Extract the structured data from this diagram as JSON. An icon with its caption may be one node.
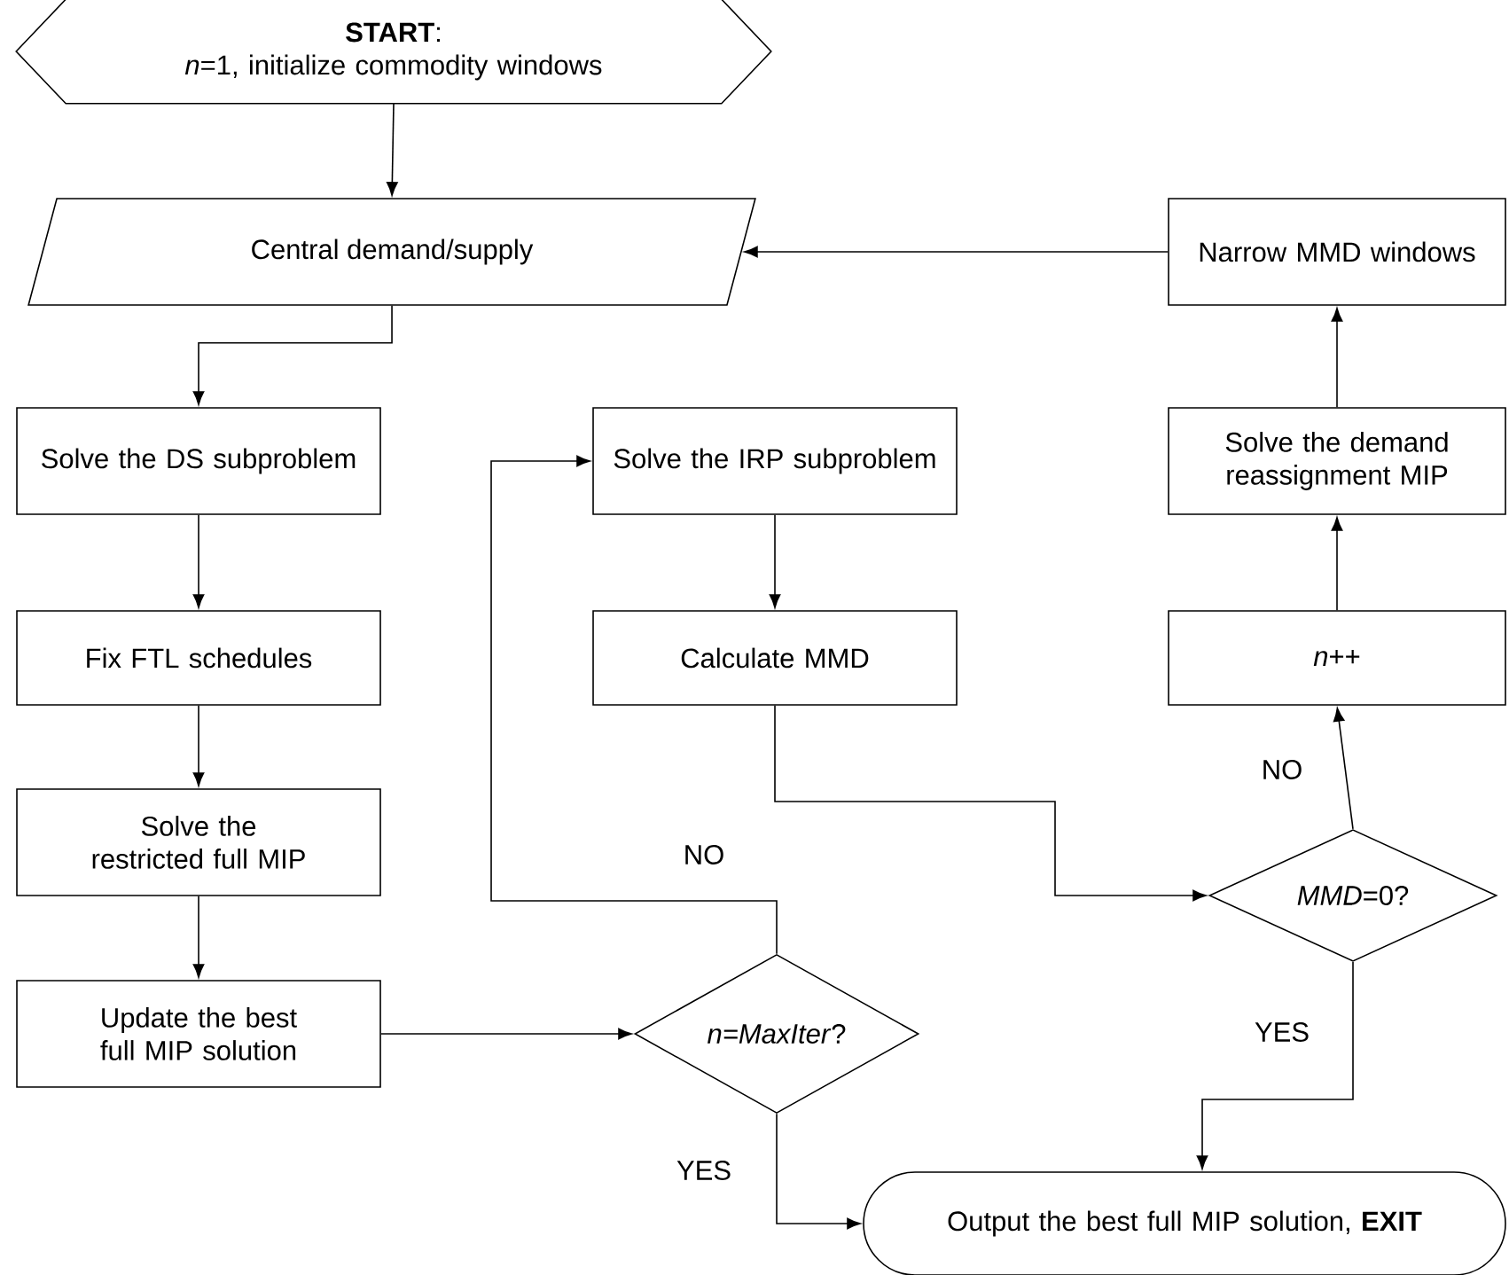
{
  "diagram": {
    "nodes": [
      {
        "text": [
          "**START**:",
          "*n*=1, initialize commodity windows"
        ]
      },
      {
        "text": [
          "Central demand/supply"
        ]
      },
      {
        "text": [
          "Solve the DS subproblem"
        ]
      },
      {
        "text": [
          "Fix FTL schedules"
        ]
      },
      {
        "text": [
          "Solve the restricted full MIP"
        ]
      },
      {
        "text": [
          "Update the best full MIP solution"
        ]
      },
      {
        "text": [
          "*n=MaxIter*?"
        ]
      },
      {
        "text": [
          "Solve the IRP subproblem"
        ]
      },
      {
        "text": [
          "Calculate MMD"
        ]
      },
      {
        "text": [
          "*MMD*=0?"
        ]
      },
      {
        "text": [
          "*n*++"
        ]
      },
      {
        "text": [
          "Solve the demand reassignment MIP"
        ]
      },
      {
        "text": [
          "Narrow MMD windows"
        ]
      },
      {
        "text": [
          "Output the best full MIP solution, **EXIT**"
        ]
      }
    ],
    "edges": [
      {
        "from": 0,
        "to": 1,
        "arrow": "to"
      },
      {
        "from": 1,
        "to": 2,
        "arrow": "to"
      },
      {
        "from": 2,
        "to": 3,
        "arrow": "to"
      },
      {
        "from": 3,
        "to": 4,
        "arrow": "to"
      },
      {
        "from": 4,
        "to": 5,
        "arrow": "to"
      },
      {
        "from": 5,
        "to": 6,
        "arrow": "to"
      },
      {
        "from": 6,
        "to": 7,
        "arrow": "to",
        "label": "NO"
      },
      {
        "from": 6,
        "to": 13,
        "arrow": "to",
        "label": "YES"
      },
      {
        "from": 7,
        "to": 8,
        "arrow": "to"
      },
      {
        "from": 8,
        "to": 9,
        "arrow": "to"
      },
      {
        "from": 9,
        "to": 10,
        "arrow": "to",
        "label": "NO"
      },
      {
        "from": 9,
        "to": 13,
        "arrow": "to",
        "label": "YES"
      },
      {
        "from": 10,
        "to": 11,
        "arrow": "to"
      },
      {
        "from": 11,
        "to": 12,
        "arrow": "to"
      },
      {
        "from": 12,
        "to": 1,
        "arrow": "to"
      }
    ]
  }
}
